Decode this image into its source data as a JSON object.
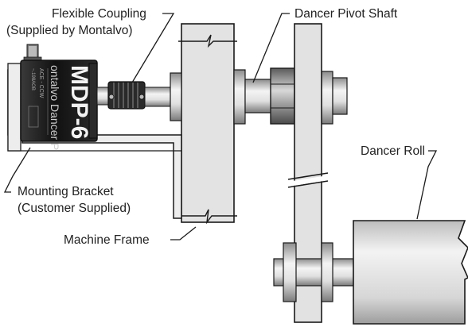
{
  "labels": {
    "flexible_coupling": "Flexible Coupling",
    "flexible_coupling_note": "(Supplied by Montalvo)",
    "dancer_pivot_shaft": "Dancer Pivot Shaft",
    "dancer_roll": "Dancer Roll",
    "mounting_bracket": "Mounting Bracket",
    "mounting_bracket_note": "(Customer Supplied)",
    "machine_frame": "Machine Frame"
  },
  "sensor": {
    "model": "MDP-6",
    "brand": "ontalvo Dancer P",
    "small_text_1": "ACE - CCW",
    "small_text_2": "~.198AOB"
  },
  "colors": {
    "line": "#1a1a1a",
    "frame_fill": "#e2e2e2",
    "shaft_light": "#f2f2f2",
    "shaft_dark": "#9a9a9a",
    "sensor_dark": "#1c1c1c"
  }
}
